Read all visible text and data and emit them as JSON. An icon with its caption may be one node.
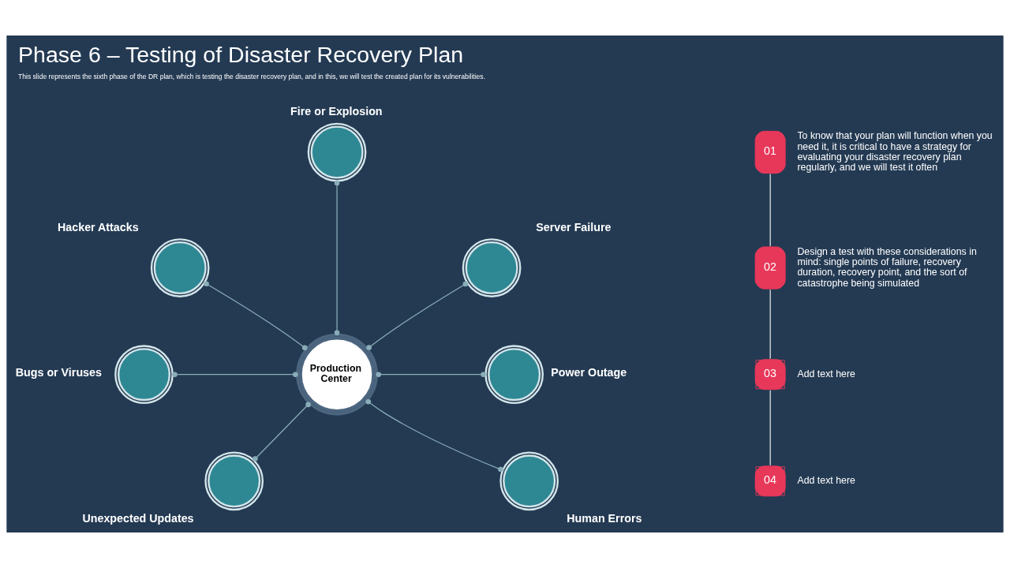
{
  "diagram": {
    "title": "Phase 6 – Testing of Disaster Recovery Plan",
    "caption": "This slide represents the sixth phase of the DR plan, which is testing the disaster recovery plan, and in this, we will test the created plan for its vulnerabilities.",
    "nodes": [
      {
        "text": [],
        "shape": "circle",
        "beside": [
          "Fire or Explosion"
        ]
      },
      {
        "text": [],
        "shape": "circle",
        "beside": [
          "Hacker Attacks"
        ]
      },
      {
        "text": [],
        "shape": "circle",
        "beside": [
          "Server Failure"
        ]
      },
      {
        "text": [],
        "shape": "circle",
        "beside": [
          "Bugs or Viruses"
        ]
      },
      {
        "text": [
          "Production Center"
        ]
      },
      {
        "text": [],
        "shape": "circle",
        "beside": [
          "Power Outage"
        ]
      },
      {
        "text": [],
        "shape": "circle",
        "beside": [
          "Unexpected Updates"
        ]
      },
      {
        "text": [],
        "shape": "circle",
        "beside": [
          "Human Errors"
        ]
      },
      {
        "text": [
          "01"
        ],
        "beside": [
          "To know that your plan will function when you need it, it is critical to have a strategy for evaluating your disaster recovery plan regularly, and we will test it often"
        ]
      },
      {
        "text": [
          "02"
        ],
        "beside": [
          "Design a test with these considerations in mind: single points of failure, recovery duration, recovery point, and the sort of catastrophe being simulated"
        ]
      },
      {
        "text": [
          "03"
        ],
        "beside": [
          "Add text here"
        ]
      },
      {
        "text": [
          "04"
        ],
        "beside": [
          "Add text here"
        ]
      }
    ],
    "edges": [
      {
        "from": 0,
        "to": 4,
        "arrow": "other"
      },
      {
        "from": 1,
        "to": 4,
        "arrow": "other"
      },
      {
        "from": 2,
        "to": 4,
        "arrow": "other"
      },
      {
        "from": 3,
        "to": 4,
        "arrow": "other"
      },
      {
        "from": 4,
        "to": 5,
        "arrow": "other"
      },
      {
        "from": 4,
        "to": 6,
        "arrow": "other"
      },
      {
        "from": 4,
        "to": 7,
        "arrow": "other"
      },
      {
        "from": 8,
        "to": 9,
        "arrow": "none",
        "color": "#e6e6e6"
      },
      {
        "from": 9,
        "to": 10,
        "arrow": "none",
        "color": "#e6e6e6"
      },
      {
        "from": 10,
        "to": 11,
        "arrow": "none",
        "color": "#e6e6e6"
      }
    ]
  }
}
